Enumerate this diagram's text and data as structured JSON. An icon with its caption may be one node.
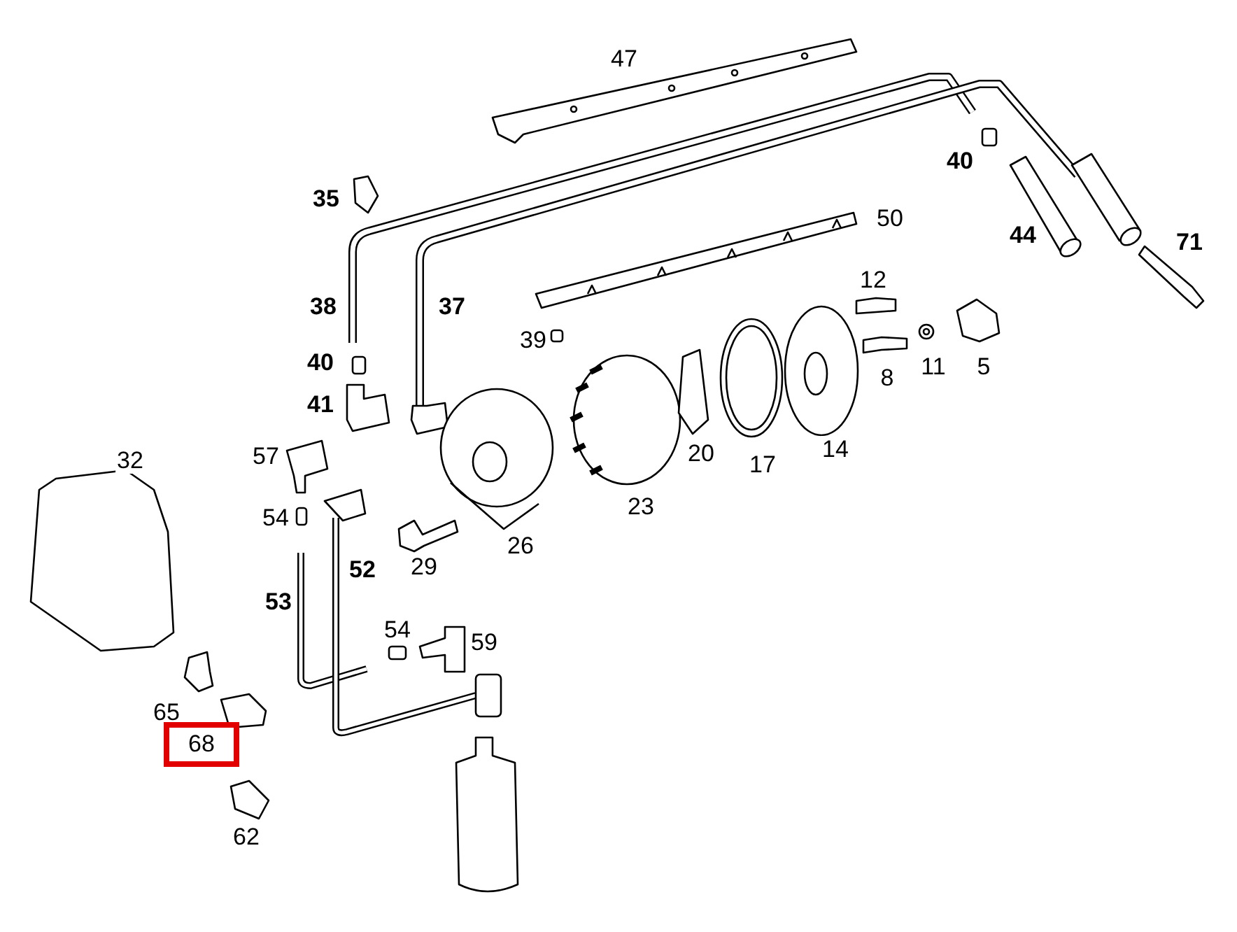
{
  "diagram": {
    "nodes": [
      {
        "text": [
          "68"
        ]
      }
    ],
    "labels": [
      "47",
      "40",
      "35",
      "50",
      "44",
      "71",
      "12",
      "38",
      "37",
      "39",
      "40",
      "5",
      "11",
      "8",
      "41",
      "14",
      "20",
      "57",
      "32",
      "17",
      "23",
      "54",
      "26",
      "29",
      "52",
      "53",
      "54",
      "59",
      "65",
      "62"
    ]
  }
}
